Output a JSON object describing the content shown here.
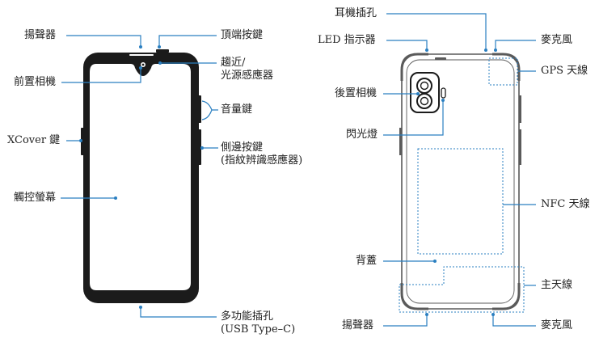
{
  "colors": {
    "leader": "#2a7fc1",
    "body": "#1b1b1b",
    "outline": "#5a5a5a",
    "dotted": "#2a7fc1",
    "text": "#222222"
  },
  "front": {
    "speaker": "揚聲器",
    "front_camera": "前置相機",
    "xcover_key": "XCover 鍵",
    "touchscreen": "觸控螢幕",
    "top_key": "頂端按鍵",
    "proximity_line1": "趨近/",
    "proximity_line2": "光源感應器",
    "volume_key": "音量鍵",
    "side_key_line1": "側邊按鍵",
    "side_key_line2": "(指紋辨識感應器)",
    "multipurpose_line1": "多功能插孔",
    "multipurpose_line2": "(USB Type–C)"
  },
  "back": {
    "earphone_jack": "耳機插孔",
    "led_indicator": "LED 指示器",
    "microphone_top": "麥克風",
    "gps_antenna": "GPS 天線",
    "rear_camera": "後置相機",
    "flash": "閃光燈",
    "nfc_antenna": "NFC 天線",
    "back_cover": "背蓋",
    "main_antenna": "主天線",
    "speaker": "揚聲器",
    "microphone_bottom": "麥克風"
  }
}
